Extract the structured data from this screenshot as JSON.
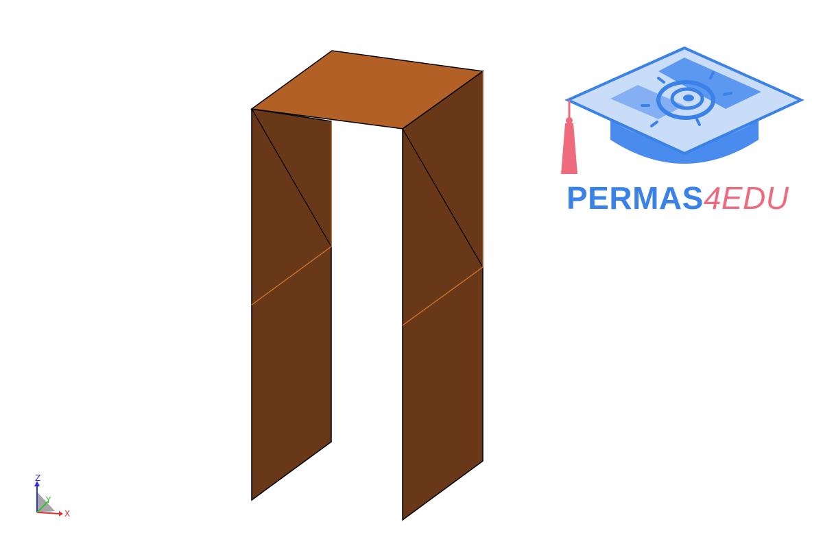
{
  "logo": {
    "brand_main": "PERMAS",
    "brand_accent": "4EDU",
    "colors": {
      "main": "#3a82e8",
      "accent": "#ee6b7e",
      "cap_light": "#c9dcf8",
      "cap_body": "#4a8cee"
    }
  },
  "model": {
    "face_color_top": "#b26025",
    "face_color_side": "#693818",
    "edge_color": "#000000",
    "mesh_line_color": "#d97a30"
  },
  "triad": {
    "x_label": "X",
    "y_label": "Y",
    "z_label": "Z",
    "x_color": "#e03030",
    "y_color": "#30c030",
    "z_color": "#3030e0"
  }
}
